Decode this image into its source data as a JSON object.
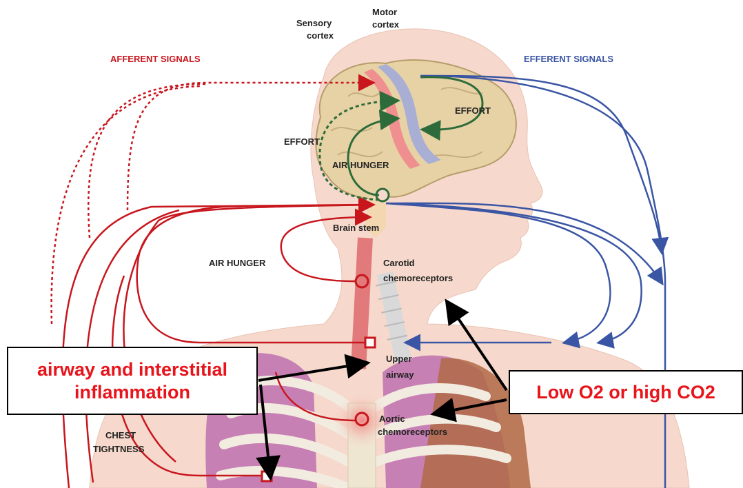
{
  "labels": {
    "afferent": "AFFERENT SIGNALS",
    "efferent": "EFFERENT SIGNALS",
    "sensory_cortex_1": "Sensory",
    "sensory_cortex_2": "cortex",
    "motor_cortex_1": "Motor",
    "motor_cortex_2": "cortex",
    "effort_right": "EFFORT",
    "effort_left": "EFFORT",
    "air_hunger_brain": "AIR HUNGER",
    "brain_stem": "Brain stem",
    "air_hunger_left": "AIR HUNGER",
    "carotid_1": "Carotid",
    "carotid_2": "chemoreceptors",
    "upper_airway_1": "Upper",
    "upper_airway_2": "airway",
    "aortic_1": "Aortic",
    "aortic_2": "chemoreceptors",
    "chest_1": "CHEST",
    "chest_2": "TIGHTNESS"
  },
  "callouts": {
    "inflammation_line1": "airway and interstitial",
    "inflammation_line2": "inflammation",
    "low_o2": "Low O2 or high CO2"
  },
  "colors": {
    "afferent": "#c8161d",
    "efferent": "#3a55a4",
    "effort": "#2e6b3a",
    "skin": "#f6d9cc",
    "brain": "#e7d2a6",
    "callout_text": "#e8141b"
  }
}
